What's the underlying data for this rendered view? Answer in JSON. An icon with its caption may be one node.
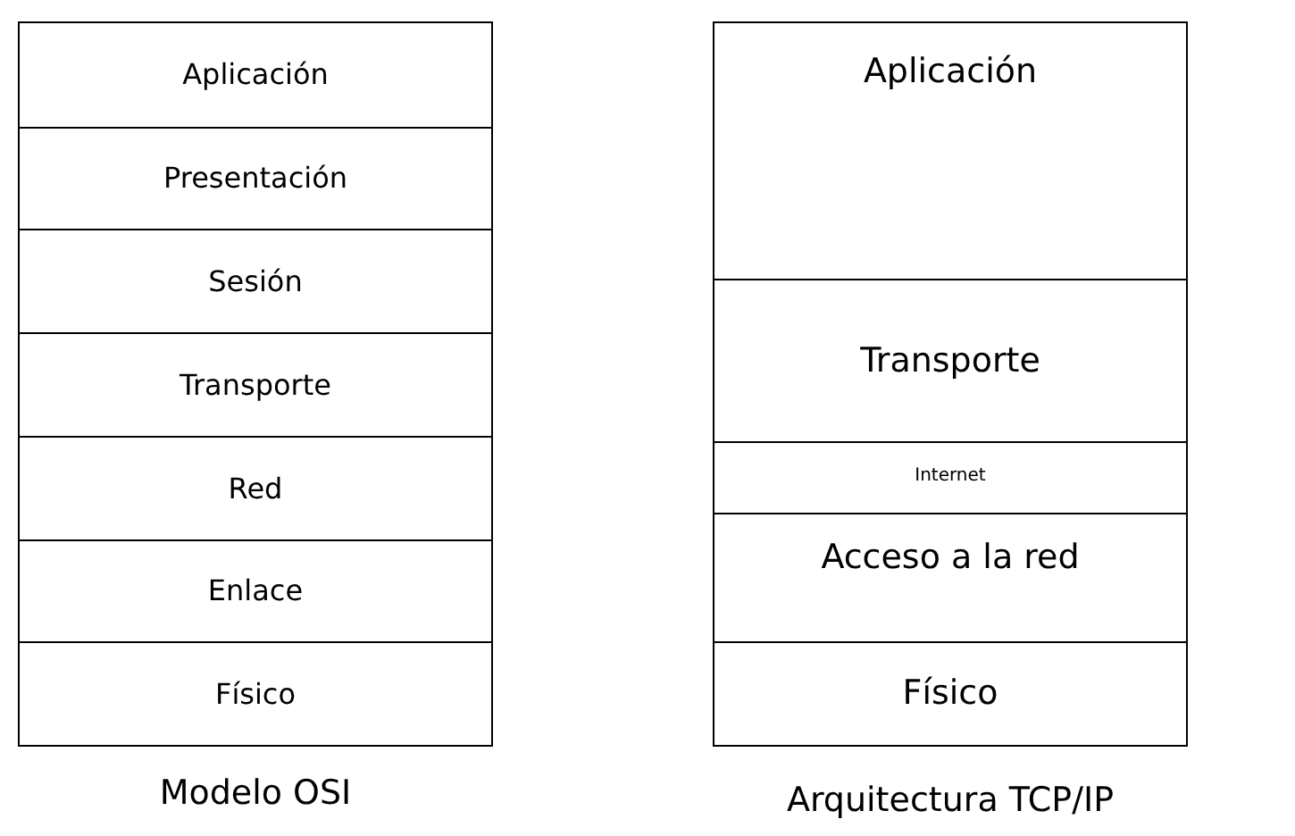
{
  "diagram": {
    "nodes": [
      {
        "text": [
          "Modelo OSI"
        ]
      },
      {
        "text": [
          "Aplicación"
        ],
        "in": 0
      },
      {
        "text": [
          "Presentación"
        ],
        "in": 0
      },
      {
        "text": [
          "Sesión"
        ],
        "in": 0
      },
      {
        "text": [
          "Transporte"
        ],
        "in": 0
      },
      {
        "text": [
          "Red"
        ],
        "in": 0
      },
      {
        "text": [
          "Enlace"
        ],
        "in": 0
      },
      {
        "text": [
          "Físico"
        ],
        "in": 0
      },
      {
        "text": [
          "Arquitectura TCP/IP"
        ]
      },
      {
        "text": [
          "Aplicación"
        ],
        "in": 8
      },
      {
        "text": [
          "Transporte"
        ],
        "in": 8
      },
      {
        "text": [
          "Internet"
        ],
        "in": 8
      },
      {
        "text": [
          "Acceso a la red"
        ],
        "in": 8
      },
      {
        "text": [
          "Físico"
        ],
        "in": 8
      }
    ]
  }
}
